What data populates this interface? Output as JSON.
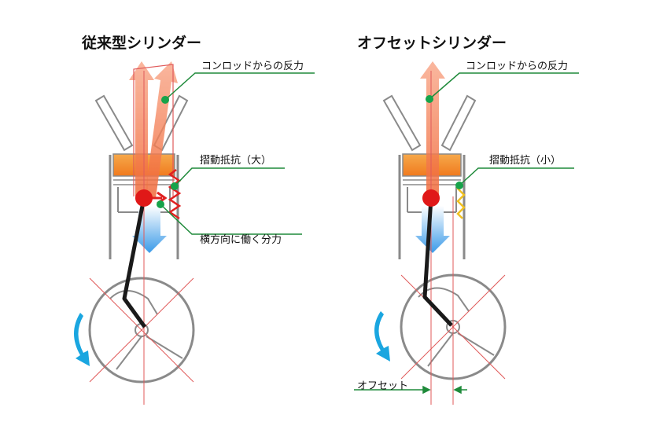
{
  "left": {
    "title": "従来型シリンダー",
    "labels": {
      "conrod_reaction": "コンロッドからの反力",
      "sliding_resistance": "摺動抵抗（大）",
      "lateral_force": "横方向に働く分力"
    }
  },
  "right": {
    "title": "オフセットシリンダー",
    "labels": {
      "conrod_reaction": "コンロッドからの反力",
      "sliding_resistance": "摺動抵抗（小）",
      "offset": "オフセット"
    }
  },
  "colors": {
    "leader_line": "#1e8a3a",
    "leader_dot": "#16a34a",
    "force_arrow": "#ef6a3a",
    "piston_orange": "#f08a2c",
    "rotation_arrow": "#1aa6e0",
    "down_arrow": "#6fb8f0",
    "wrist_pin": "#e01818",
    "rod": "#1a1a1a",
    "guide_line": "#e05a5a",
    "friction_left": "#e02020",
    "friction_right": "#f0c020",
    "outline_gray": "#8a8a8a"
  }
}
